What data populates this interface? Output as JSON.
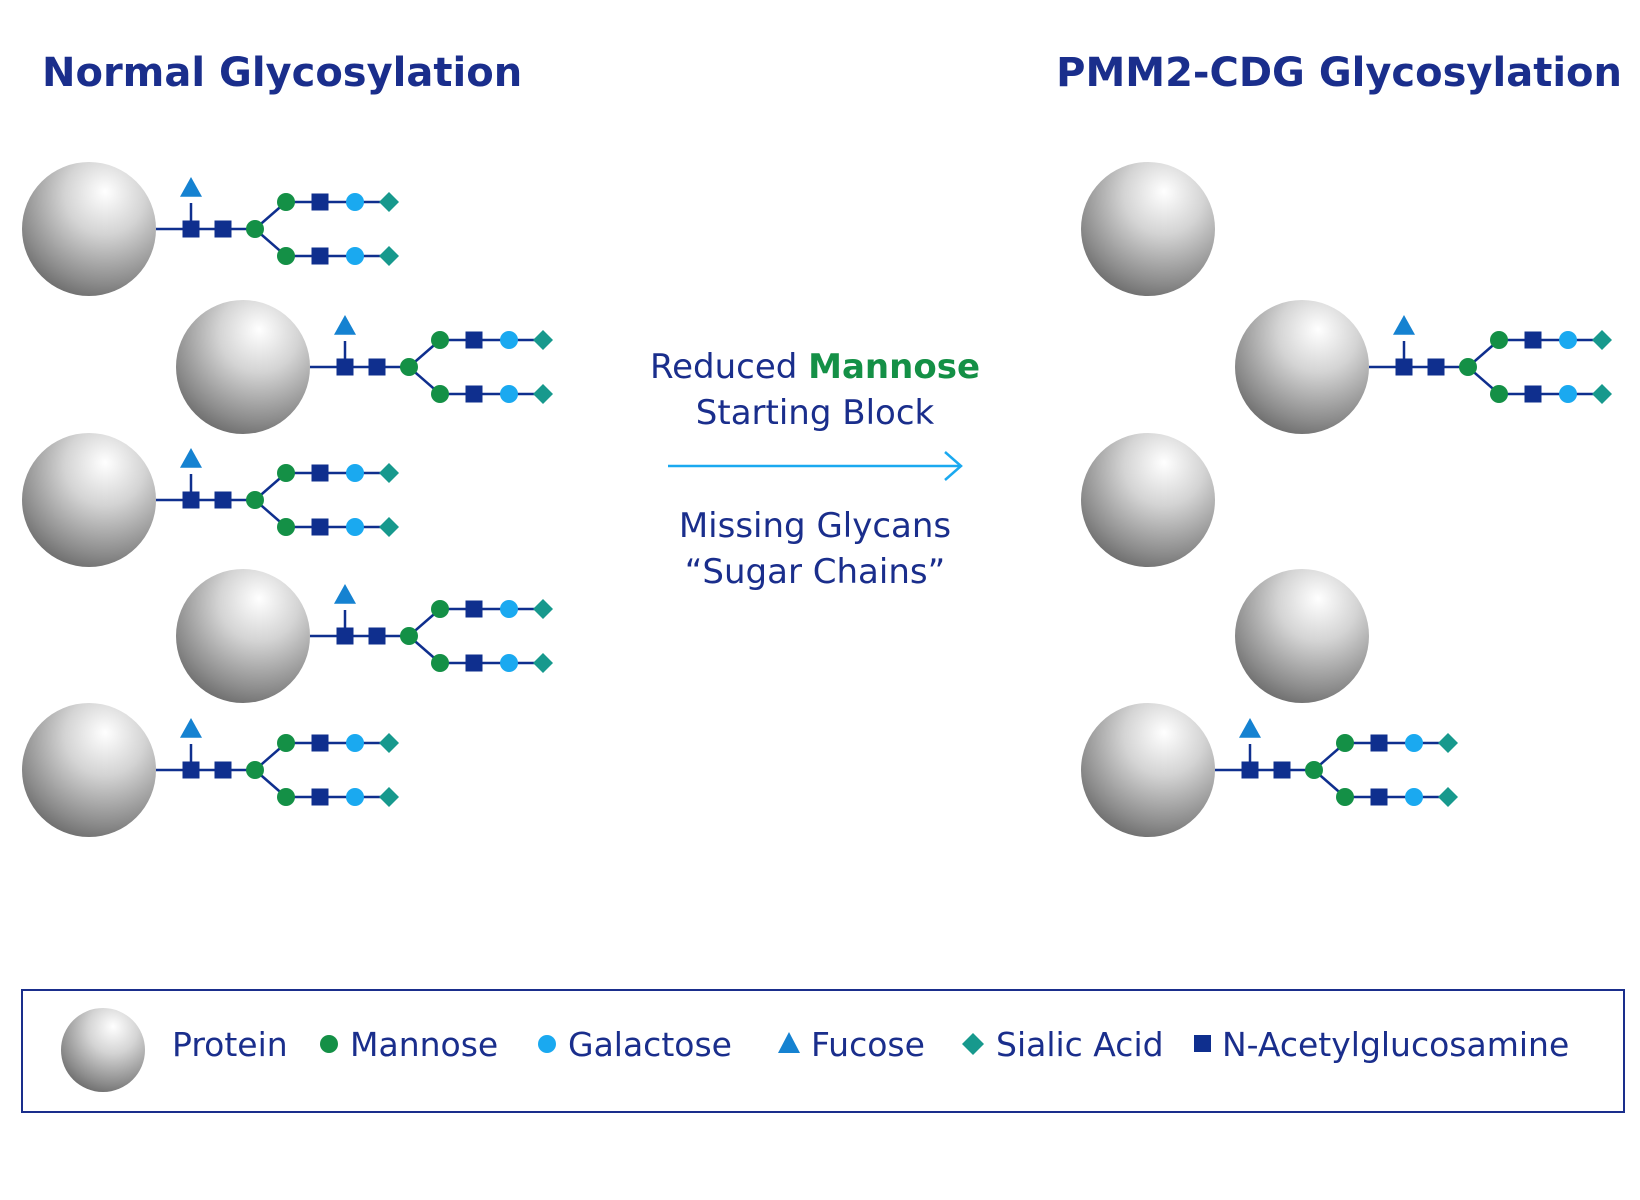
{
  "titles": {
    "normal": "Normal Glycosylation",
    "cdg": "PMM2-CDG Glycosylation"
  },
  "middle": {
    "line1_prefix": "Reduced ",
    "line1_emphasis": "Mannose",
    "line2": "Starting Block",
    "line3": "Missing Glycans",
    "line4": "“Sugar Chains”"
  },
  "legend": {
    "protein": "Protein",
    "mannose": "Mannose",
    "galactose": "Galactose",
    "fucose": "Fucose",
    "sialic_acid": "Sialic Acid",
    "glcnac": "N-Acetylglucosamine"
  },
  "colors": {
    "title": "#1a2e8c",
    "mannose": "#149046",
    "galactose": "#1aa9f0",
    "fucose": "#1582d1",
    "sialic_acid": "#17998d",
    "glcnac": "#0f2f8e",
    "arrow": "#1aa9f0"
  },
  "normal_proteins": [
    {
      "row": 1,
      "glycan": true
    },
    {
      "row": 2,
      "glycan": true
    },
    {
      "row": 3,
      "glycan": true
    },
    {
      "row": 4,
      "glycan": true
    },
    {
      "row": 5,
      "glycan": true
    }
  ],
  "cdg_proteins": [
    {
      "row": 1,
      "glycan": false
    },
    {
      "row": 2,
      "glycan": true
    },
    {
      "row": 3,
      "glycan": false
    },
    {
      "row": 4,
      "glycan": false
    },
    {
      "row": 5,
      "glycan": true
    }
  ]
}
